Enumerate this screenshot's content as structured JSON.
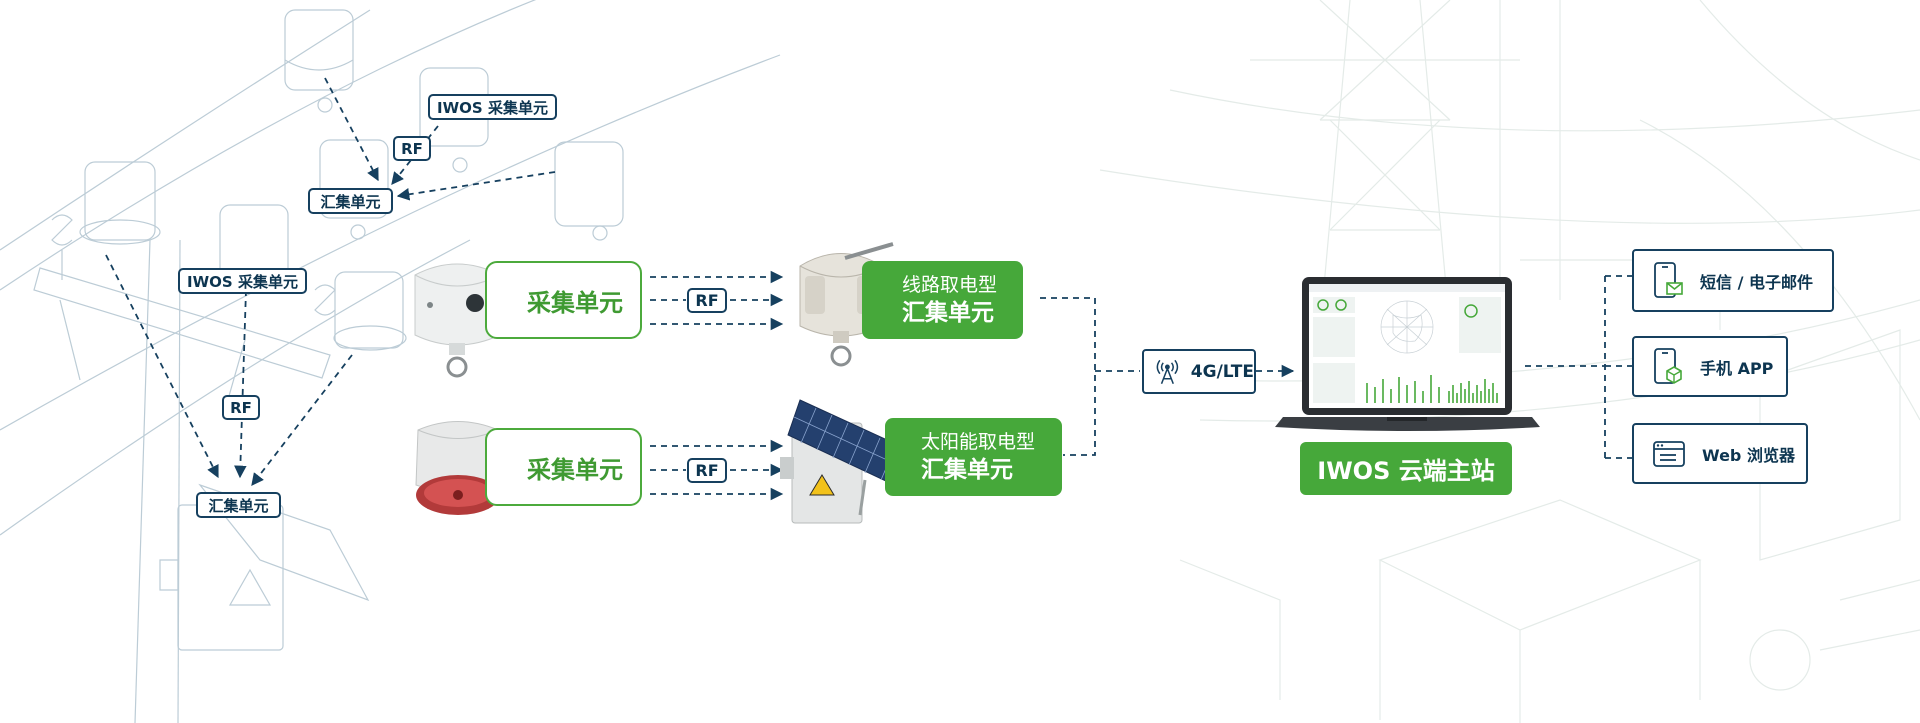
{
  "diagram": {
    "left_scene": {
      "labels": {
        "iwos_collect_top": "IWOS 采集单元",
        "rf_top": "RF",
        "hub_top": "汇集单元",
        "iwos_collect_left": "IWOS 采集单元",
        "rf_left": "RF",
        "hub_bottom": "汇集单元"
      }
    },
    "row1": {
      "collect_label": "采集单元",
      "rf_label": "RF",
      "hub_line1": "线路取电型",
      "hub_line2": "汇集单元"
    },
    "row2": {
      "collect_label": "采集单元",
      "rf_label": "RF",
      "hub_line1": "太阳能取电型",
      "hub_line2": "汇集单元"
    },
    "network": {
      "label": "4G/LTE",
      "icon": "cell-tower-icon"
    },
    "cloud": {
      "label": "IWOS 云端主站"
    },
    "outputs": [
      {
        "label": "短信 / 电子邮件",
        "icon": "phone-mail-icon"
      },
      {
        "label": "手机 APP",
        "icon": "phone-app-icon"
      },
      {
        "label": "Web 浏览器",
        "icon": "browser-icon"
      }
    ],
    "colors": {
      "green": "#46a83a",
      "green_border": "#4caa3c",
      "navy": "#16405f",
      "line_sketch": "#b9c9d3"
    }
  }
}
